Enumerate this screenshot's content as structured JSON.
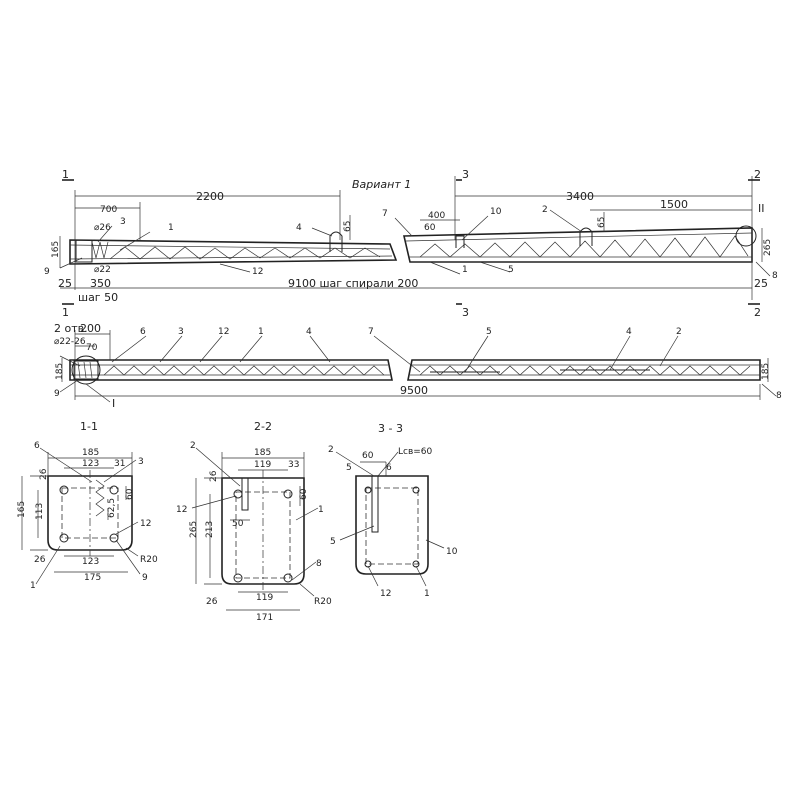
{
  "variant_title": "Вариант 1",
  "elevation1": {
    "dim_700": "700",
    "dim_2200": "2200",
    "dim_3400": "3400",
    "dim_1500": "1500",
    "dim_400": "400",
    "dim_26": "⌀26",
    "dim_22": "⌀22",
    "dim_165": "165",
    "dim_265": "265",
    "dim_65a": "65",
    "dim_65b": "65",
    "dim_60": "60",
    "dim_25a": "25",
    "dim_25b": "25",
    "dim_350": "350",
    "dim_step50": "шаг 50",
    "dim_9100": "9100 шаг спирали 200",
    "sec1_top": "1",
    "sec1_bot": "1",
    "sec3_top": "3",
    "sec3_bot": "3",
    "sec2_top": "2",
    "sec2_bot": "2",
    "detail_II": "II",
    "pos_3": "3",
    "pos_1": "1",
    "pos_9": "9",
    "pos_12": "12",
    "pos_4": "4",
    "pos_7": "7",
    "pos_10": "10",
    "pos_2": "2",
    "pos_1b": "1",
    "pos_5": "5",
    "pos_8": "8"
  },
  "elevation2": {
    "note_holes_a": "2 отв.",
    "note_holes_b": "⌀22-26",
    "dim_200": "200",
    "dim_70": "70",
    "dim_185a": "185",
    "dim_185b": "185",
    "dim_9500": "9500",
    "detail_I": "I",
    "pos_6": "6",
    "pos_3": "3",
    "pos_12": "12",
    "pos_1": "1",
    "pos_4a": "4",
    "pos_7": "7",
    "pos_5": "5",
    "pos_4b": "4",
    "pos_2": "2",
    "pos_9": "9",
    "pos_8": "8"
  },
  "section_1_1": {
    "title": "1-1",
    "dim_185": "185",
    "dim_123a": "123",
    "dim_31": "31",
    "dim_26a": "26",
    "dim_113": "113",
    "dim_165": "165",
    "dim_60": "60",
    "dim_625": "62,5",
    "dim_26b": "26",
    "dim_123b": "123",
    "dim_175": "175",
    "r20": "R20",
    "pos_6": "6",
    "pos_3": "3",
    "pos_12": "12",
    "pos_1": "1",
    "pos_9": "9"
  },
  "section_2_2": {
    "title": "2-2",
    "dim_185": "185",
    "dim_119a": "119",
    "dim_33": "33",
    "dim_26a": "26",
    "dim_265": "265",
    "dim_213": "213",
    "dim_60": "60",
    "dim_50": "50",
    "dim_26b": "26",
    "dim_119b": "119",
    "dim_171": "171",
    "r20": "R20",
    "pos_2": "2",
    "pos_12": "12",
    "pos_1": "1",
    "pos_8": "8"
  },
  "section_3_3": {
    "title": "3 - 3",
    "dim_60": "60",
    "dim_lsv": "Lсв=60",
    "dim_5": "5",
    "dim_6": "6",
    "pos_2": "2",
    "pos_5": "5",
    "pos_10": "10",
    "pos_12": "12",
    "pos_1": "1"
  }
}
